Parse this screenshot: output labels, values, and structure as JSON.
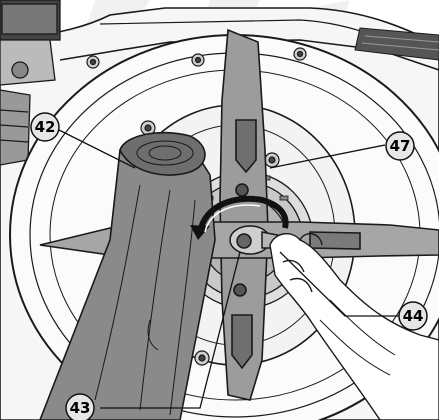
{
  "figure": {
    "callouts": [
      {
        "id": "42",
        "label": "42"
      },
      {
        "id": "47",
        "label": "47"
      },
      {
        "id": "44",
        "label": "44"
      },
      {
        "id": "43",
        "label": "43"
      }
    ]
  },
  "colors": {
    "background": "#ffffff",
    "line": "#1a1a1a",
    "blade": "#9c9c9c",
    "wood": "#8a8a8a",
    "deck": "#e8e8e8",
    "callout_fill": "#e6e6e6",
    "watermark": "#efefef"
  },
  "icons": {
    "rotation_arrow": "curved-rotation-arrow-icon",
    "watermark": "brand-watermark"
  }
}
